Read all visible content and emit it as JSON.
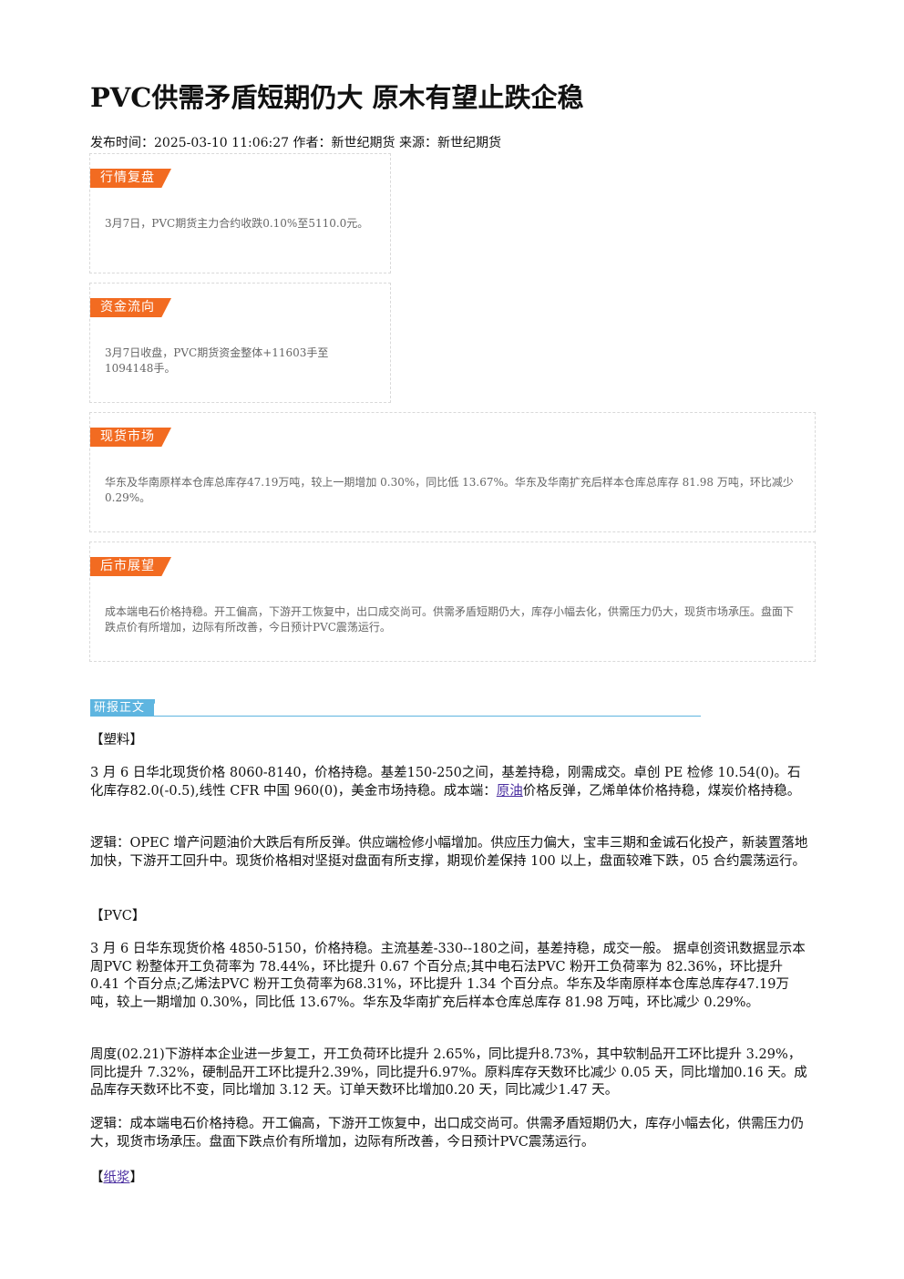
{
  "article": {
    "title": "PVC供需矛盾短期仍大 原木有望止跌企稳",
    "meta": "发布时间：2025-03-10 11:06:27 作者：新世纪期货 来源：新世纪期货"
  },
  "summary_boxes": [
    {
      "tag": "行情复盘",
      "text": "3月7日，PVC期货主力合约收跌0.10%至5110.0元。"
    },
    {
      "tag": "资金流向",
      "text": "3月7日收盘，PVC期货资金整体+11603手至1094148手。"
    },
    {
      "tag": "现货市场",
      "text": "华东及华南原样本仓库总库存47.19万吨，较上一期增加 0.30%，同比低 13.67%。华东及华南扩充后样本仓库总库存 81.98 万吨，环比减少 0.29%。"
    },
    {
      "tag": "后市展望",
      "text": "成本端电石价格持稳。开工偏高，下游开工恢复中，出口成交尚可。供需矛盾短期仍大，库存小幅去化，供需压力仍大，现货市场承压。盘面下跌点价有所增加，边际有所改善，今日预计PVC震荡运行。"
    }
  ],
  "report": {
    "tag": "研报正文",
    "plastic_heading": "【塑料】",
    "plastic_p1_before": "3 月 6 日华北现货价格 8060-8140，价格持稳。基差150-250之间，基差持稳，刚需成交。卓创 PE 检修 10.54(0)。石化库存82.0(-0.5),线性 CFR 中国 960(0)，美金市场持稳。成本端：",
    "plastic_p1_link": "原油",
    "plastic_p1_after": "价格反弹，乙烯单体价格持稳，煤炭价格持稳。",
    "plastic_p2": "逻辑：OPEC 增产问题油价大跌后有所反弹。供应端检修小幅增加。供应压力偏大，宝丰三期和金诚石化投产，新装置落地加快，下游开工回升中。现货价格相对坚挺对盘面有所支撑，期现价差保持 100 以上，盘面较难下跌，05 合约震荡运行。",
    "pvc_heading": "【PVC】",
    "pvc_p1": "3 月 6 日华东现货价格 4850-5150，价格持稳。主流基差-330--180之间，基差持稳，成交一般。 据卓创资讯数据显示本周PVC 粉整体开工负荷率为 78.44%，环比提升 0.67 个百分点;其中电石法PVC 粉开工负荷率为 82.36%，环比提升 0.41 个百分点;乙烯法PVC 粉开工负荷率为68.31%，环比提升 1.34 个百分点。华东及华南原样本仓库总库存47.19万吨，较上一期增加 0.30%，同比低 13.67%。华东及华南扩充后样本仓库总库存 81.98 万吨，环比减少 0.29%。",
    "pvc_p2": "周度(02.21)下游样本企业进一步复工，开工负荷环比提升 2.65%，同比提升8.73%，其中软制品开工环比提升 3.29%，同比提升 7.32%，硬制品开工环比提升2.39%，同比提升6.97%。原料库存天数环比减少 0.05 天，同比增加0.16 天。成品库存天数环比不变，同比增加 3.12 天。订单天数环比增加0.20 天，同比减少1.47 天。",
    "pvc_p3": "逻辑：成本端电石价格持稳。开工偏高，下游开工恢复中，出口成交尚可。供需矛盾短期仍大，库存小幅去化，供需压力仍大，现货市场承压。盘面下跌点价有所增加，边际有所改善，今日预计PVC震荡运行。",
    "pulp_open": "【",
    "pulp_link": "纸浆",
    "pulp_close": "】"
  },
  "colors": {
    "tag_orange": "#f26b21",
    "report_blue": "#5eb5e0",
    "link_purple": "#4a2ea0"
  }
}
